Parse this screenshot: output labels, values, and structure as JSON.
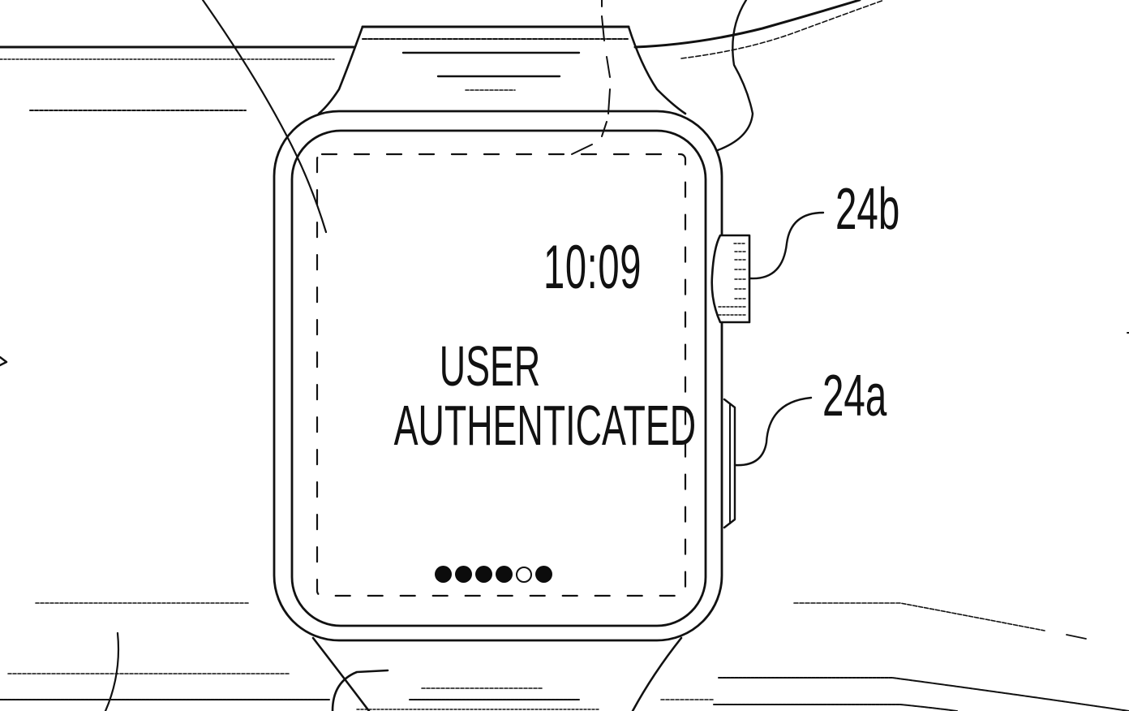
{
  "figure": {
    "type": "patent-drawing",
    "subject": "smartwatch",
    "line_color": "#111111",
    "background_color": "#ffffff"
  },
  "screen": {
    "time": "10:09",
    "message_lines": [
      "USER",
      "AUTHENTICATED"
    ],
    "page_indicator": {
      "count": 6,
      "active_index": 4,
      "dots": [
        "filled",
        "filled",
        "filled",
        "filled",
        "hollow",
        "filled"
      ]
    }
  },
  "reference_numerals": {
    "crown": "24b",
    "side_button": "24a"
  }
}
